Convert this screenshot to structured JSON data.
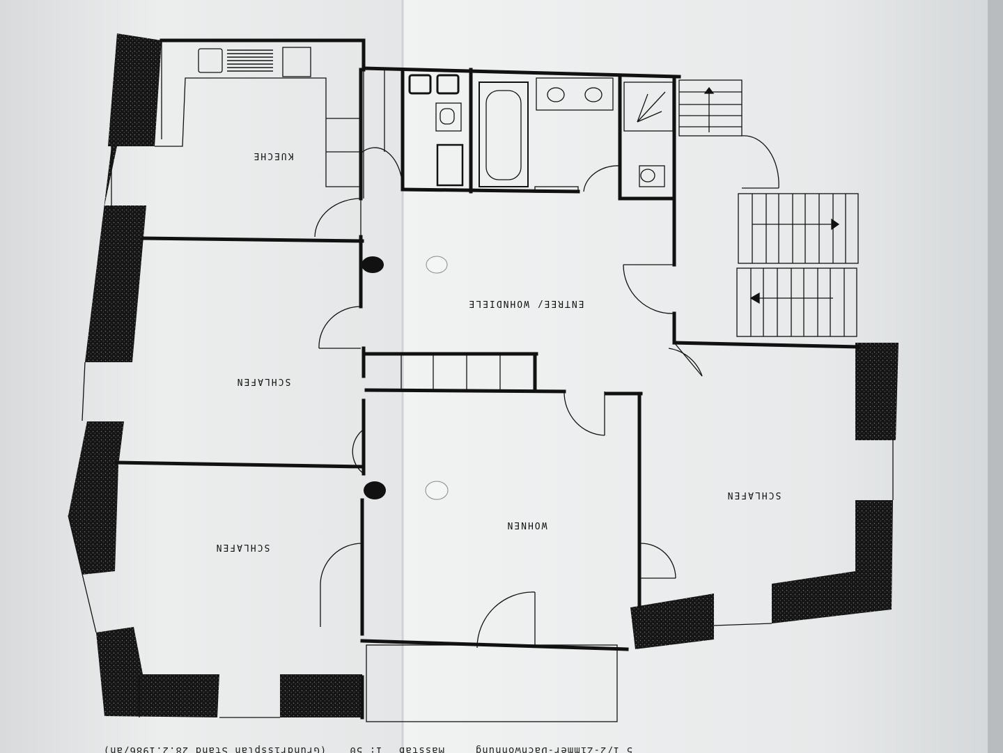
{
  "rooms": {
    "kueche": "KUECHE",
    "entree": "ENTREE/ WOHNDIELE",
    "schlafen_1": "SCHLAFEN",
    "schlafen_2": "SCHLAFEN",
    "schlafen_3": "SCHLAFEN",
    "wohnen": "WOHNEN"
  },
  "caption": {
    "title": "5 1/2-Zimmer-Dachwohnung",
    "scale_label": "Masstab",
    "scale_value": "1: 50",
    "note": "(Grundrissplan Stand 28.2.1986/ah)"
  }
}
